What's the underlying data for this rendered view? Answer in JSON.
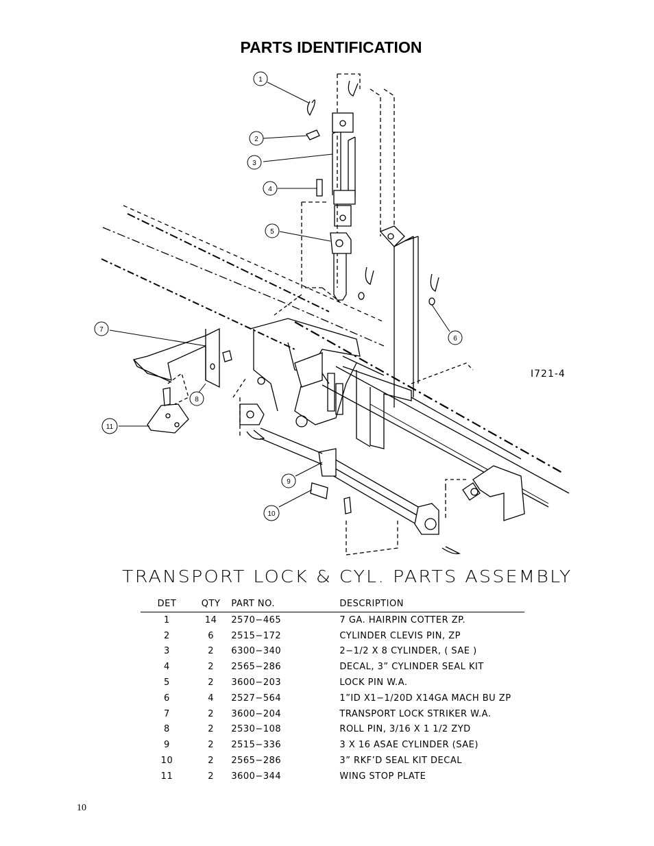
{
  "page": {
    "title": "PARTS IDENTIFICATION",
    "page_number": "10"
  },
  "diagram": {
    "drawing_number": "I721-4",
    "callouts": [
      "1",
      "2",
      "3",
      "4",
      "5",
      "6",
      "7",
      "8",
      "9",
      "10",
      "11"
    ]
  },
  "assembly_title": "TRANSPORT LOCK & CYL. PARTS ASSEMBLY",
  "table": {
    "headers": [
      "DET",
      "QTY",
      "PART NO.",
      "DESCRIPTION"
    ],
    "rows": [
      {
        "det": "1",
        "qty": "14",
        "part": "2570−465",
        "desc": "7 GA. HAIRPIN COTTER ZP."
      },
      {
        "det": "2",
        "qty": "6",
        "part": "2515−172",
        "desc": "CYLINDER CLEVIS PIN, ZP"
      },
      {
        "det": "3",
        "qty": "2",
        "part": "6300−340",
        "desc": "2−1/2 X 8 CYLINDER, ( SAE )"
      },
      {
        "det": "4",
        "qty": "2",
        "part": "2565−286",
        "desc": "DECAL, 3” CYLINDER SEAL KIT"
      },
      {
        "det": "5",
        "qty": "2",
        "part": "3600−203",
        "desc": "LOCK PIN W.A."
      },
      {
        "det": "6",
        "qty": "4",
        "part": "2527−564",
        "desc": "1”ID X1−1/20D X14GA MACH BU ZP"
      },
      {
        "det": "7",
        "qty": "2",
        "part": "3600−204",
        "desc": "TRANSPORT LOCK STRIKER W.A."
      },
      {
        "det": "8",
        "qty": "2",
        "part": "2530−108",
        "desc": "ROLL PIN, 3/16 X 1 1/2 ZYD"
      },
      {
        "det": "9",
        "qty": "2",
        "part": "2515−336",
        "desc": "3 X 16 ASAE CYLINDER (SAE)"
      },
      {
        "det": "10",
        "qty": "2",
        "part": "2565−286",
        "desc": "3” RKF’D SEAL KIT DECAL"
      },
      {
        "det": "11",
        "qty": "2",
        "part": "3600−344",
        "desc": "WING STOP PLATE"
      }
    ]
  }
}
